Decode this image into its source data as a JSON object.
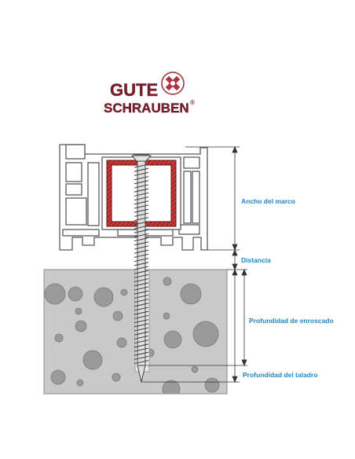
{
  "logo": {
    "line1": "GUTE",
    "line2": "SCHRAUBEN",
    "registered": "®",
    "colors": {
      "text": "#7a1f2b",
      "emblem": "#9b2a38"
    }
  },
  "labels": {
    "frame_width": "Ancho del marco",
    "distance": "Distancia",
    "thread_depth": "Profundidad de enroscado",
    "drill_depth": "Profundidad del taladro"
  },
  "colors": {
    "dimension_text": "#1f86c8",
    "concrete": "#c9c9c9",
    "aggregate": "#9a9a9a",
    "frame_outline": "#5a5a5a",
    "steel_insert": "#a52a2a"
  }
}
